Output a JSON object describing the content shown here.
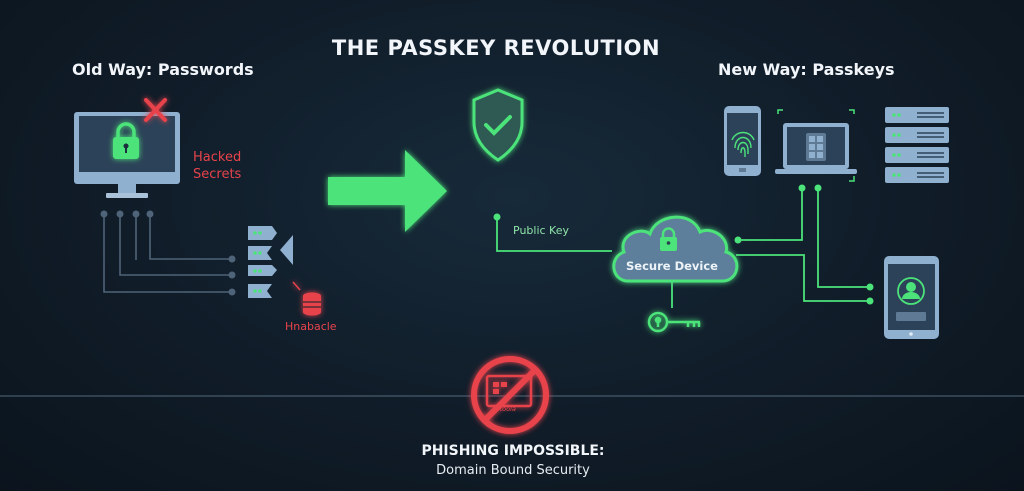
{
  "title": "THE PASSKEY REVOLUTION",
  "old_way": {
    "heading": "Old Way: Passwords",
    "hacked_label_line1": "Hacked",
    "hacked_label_line2": "Secrets",
    "database_label": "Hnabacle"
  },
  "new_way": {
    "heading": "New Way: Passkeys",
    "public_key_label": "Public Key",
    "cloud_label": "Secure Device"
  },
  "phishing": {
    "sign_text": "Mtoola",
    "heading": "PHISHING IMPOSSIBLE:",
    "subheading": "Domain Bound Security"
  },
  "colors": {
    "accent_green": "#4be37a",
    "danger_red": "#e8434b",
    "device_blue": "#8fb0cf",
    "background": "#101c28"
  }
}
